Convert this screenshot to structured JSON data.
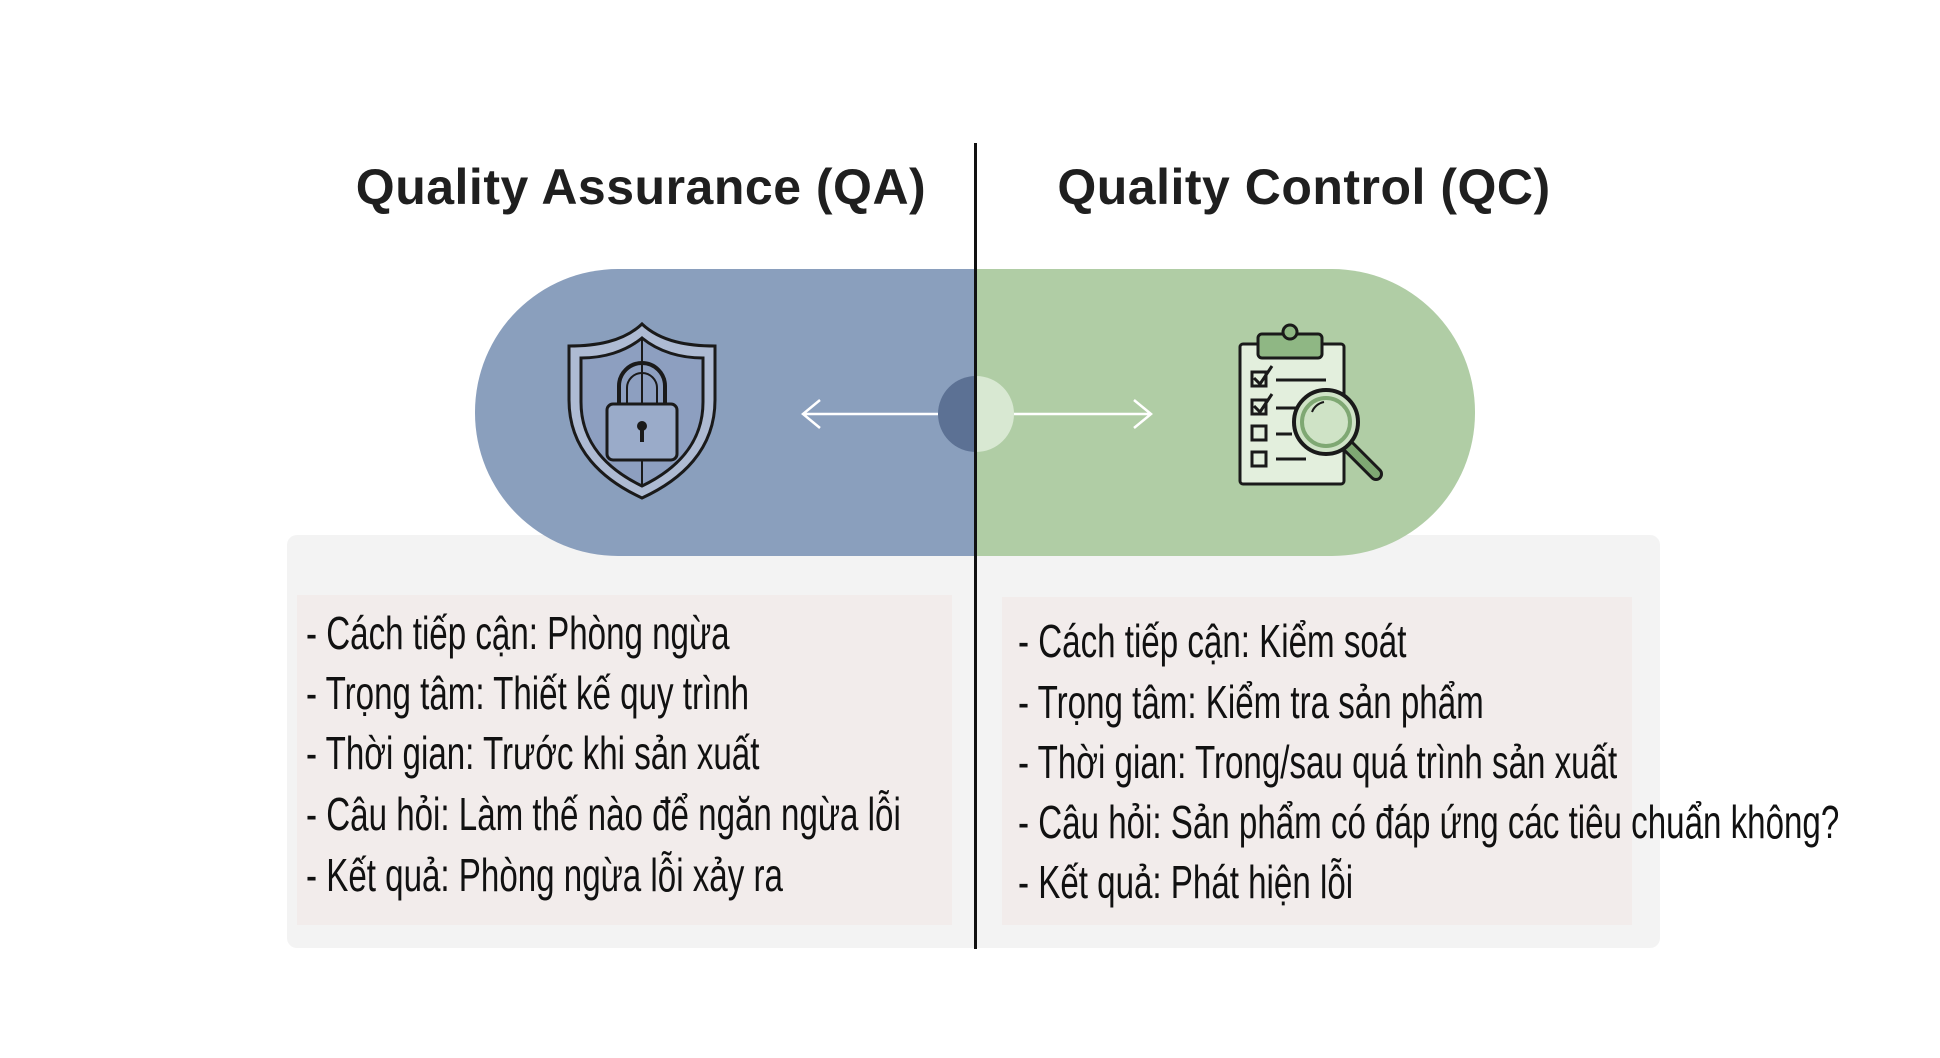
{
  "qa": {
    "title": "Quality Assurance (QA)",
    "icon": "shield-lock-icon",
    "color": "#8a9fbd",
    "items": [
      "- Cách tiếp cận: Phòng ngừa",
      "- Trọng tâm: Thiết kế quy trình",
      "- Thời gian: Trước khi sản xuất",
      "- Câu hỏi: Làm thế nào để ngăn ngừa lỗi",
      "- Kết quả: Phòng ngừa lỗi xảy ra"
    ]
  },
  "qc": {
    "title": "Quality Control (QC)",
    "icon": "clipboard-magnifier-icon",
    "color": "#b0cda5",
    "items": [
      "- Cách tiếp cận: Kiểm soát",
      "- Trọng tâm: Kiểm tra sản phẩm",
      "- Thời gian: Trong/sau quá trình sản xuất",
      "- Câu hỏi: Sản phẩm có đáp ứng các tiêu chuẩn không?",
      "- Kết quả: Phát hiện lỗi"
    ]
  }
}
